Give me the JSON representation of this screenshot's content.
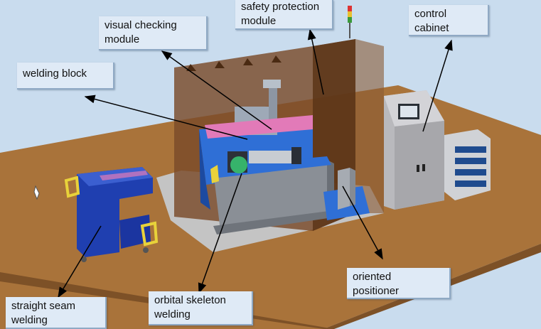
{
  "labels": {
    "visual_checking": [
      "visual checking",
      "module"
    ],
    "safety_protection": [
      "safety protection",
      "module"
    ],
    "control_cabinet": [
      "control",
      "cabinet"
    ],
    "welding_block": [
      "welding block"
    ],
    "oriented_positioner": [
      "oriented",
      "positioner"
    ],
    "straight_seam": [
      "straight seam",
      "welding"
    ],
    "orbital_skeleton": [
      "orbital skeleton",
      "welding"
    ]
  },
  "colors": {
    "background": "#c9dcee",
    "table": "#a9733a",
    "floor_plate": "#c4c4c4",
    "safety_wall": "#7a4a2a",
    "machine_blue": "#2f6fd6",
    "straight_seam_blue": "#1f3fb0",
    "pink_block": "#e27ab8",
    "cabinet_gray": "#b9b9bd",
    "rack_blue": "#1f4b8e",
    "callout_bg": "#dfeaf6",
    "arrow": "#000000"
  }
}
